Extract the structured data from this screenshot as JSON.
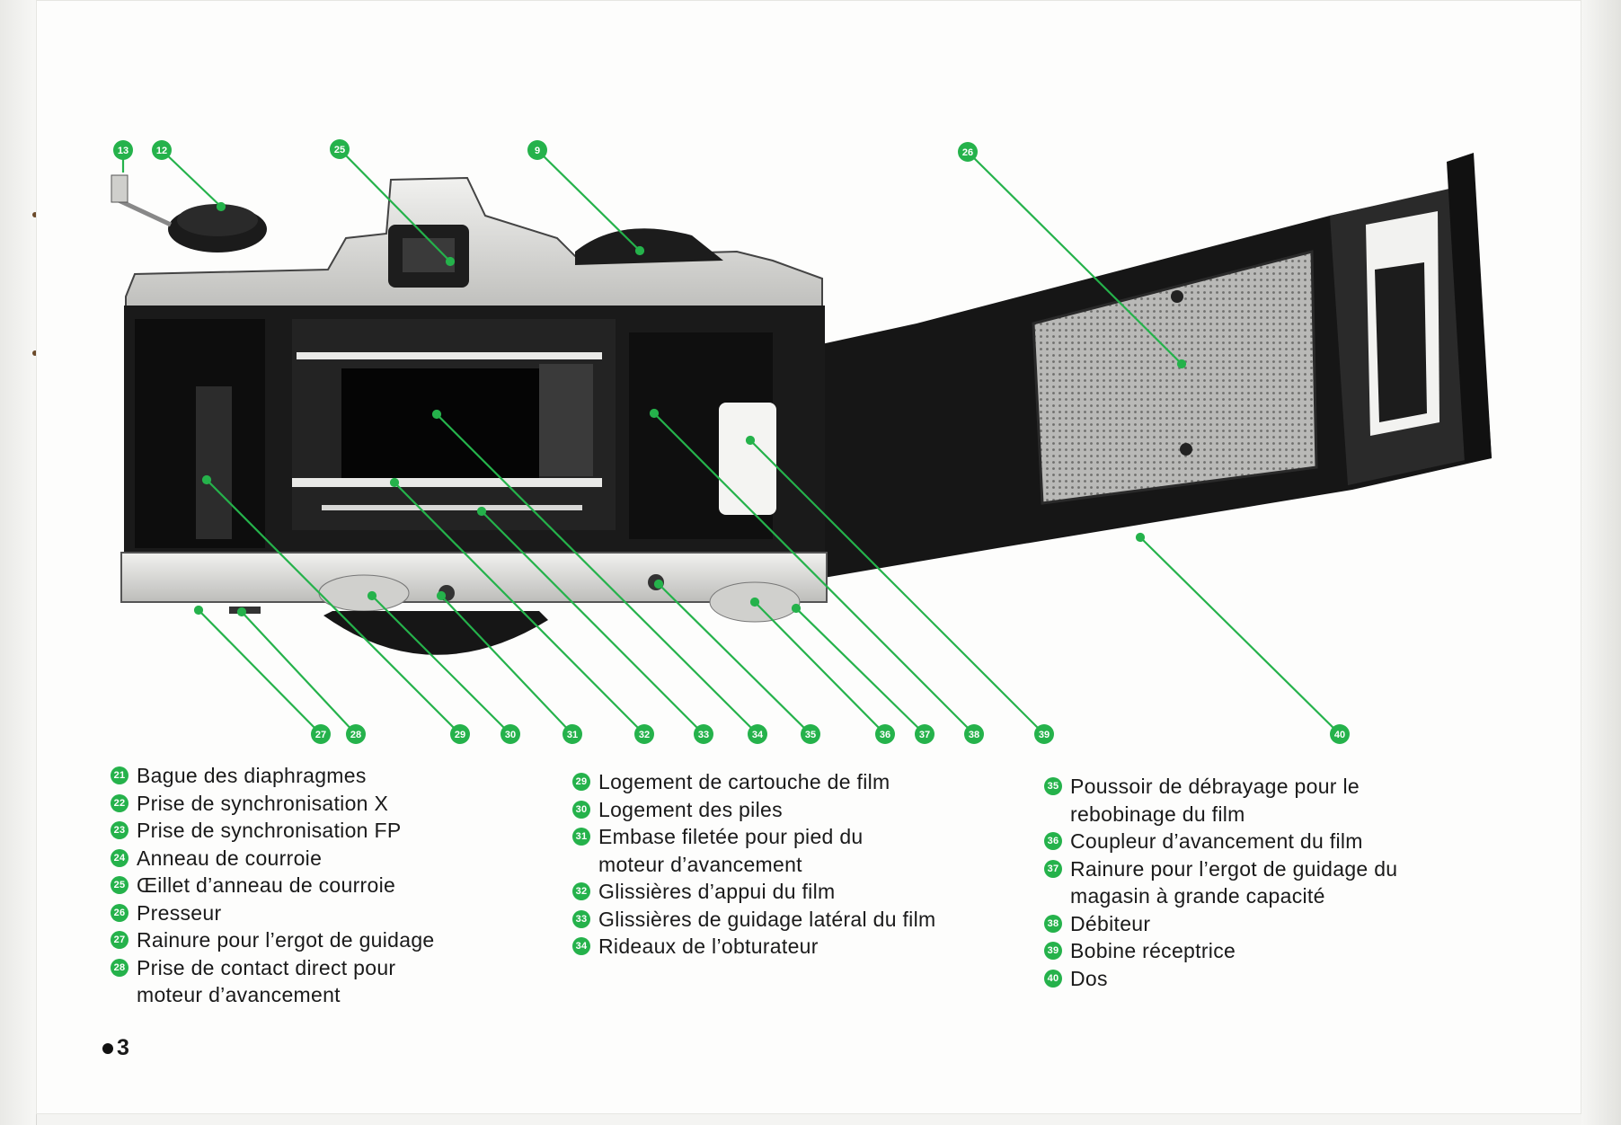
{
  "callouts": {
    "c9": "9",
    "c12": "12",
    "c13": "13",
    "c25": "25",
    "c26": "26",
    "c27": "27",
    "c28": "28",
    "c29": "29",
    "c30": "30",
    "c31": "31",
    "c32": "32",
    "c33": "33",
    "c34": "34",
    "c35": "35",
    "c36": "36",
    "c37": "37",
    "c38": "38",
    "c39": "39",
    "c40": "40"
  },
  "legend_col1": [
    {
      "num": "21",
      "text": "Bague des diaphragmes"
    },
    {
      "num": "22",
      "text": "Prise de synchronisation X"
    },
    {
      "num": "23",
      "text": "Prise de synchronisation FP"
    },
    {
      "num": "24",
      "text": "Anneau de courroie"
    },
    {
      "num": "25",
      "text": "Œillet d’anneau de courroie"
    },
    {
      "num": "26",
      "text": "Presseur"
    },
    {
      "num": "27",
      "text": "Rainure pour l’ergot de guidage"
    },
    {
      "num": "28",
      "text": "Prise de contact direct pour moteur d’avancement"
    }
  ],
  "legend_col2": [
    {
      "num": "29",
      "text": "Logement de cartouche de film"
    },
    {
      "num": "30",
      "text": "Logement des piles"
    },
    {
      "num": "31",
      "text": "Embase filetée pour pied du moteur d’avancement"
    },
    {
      "num": "32",
      "text": "Glissières d’appui du film"
    },
    {
      "num": "33",
      "text": "Glissières de guidage latéral du film"
    },
    {
      "num": "34",
      "text": "Rideaux de l’obturateur"
    }
  ],
  "legend_col3": [
    {
      "num": "35",
      "text": "Poussoir de débrayage pour le rebobinage du film"
    },
    {
      "num": "36",
      "text": "Coupleur d’avancement du film"
    },
    {
      "num": "37",
      "text": "Rainure pour l’ergot de guidage du magasin à grande capacité"
    },
    {
      "num": "38",
      "text": "Débiteur"
    },
    {
      "num": "39",
      "text": "Bobine réceptrice"
    },
    {
      "num": "40",
      "text": "Dos"
    }
  ],
  "page_number": "3",
  "colors": {
    "accent": "#25b24b",
    "ink": "#1a1a1a",
    "camera_body": "#1b1b1b",
    "chrome": "#d9d9d6"
  }
}
